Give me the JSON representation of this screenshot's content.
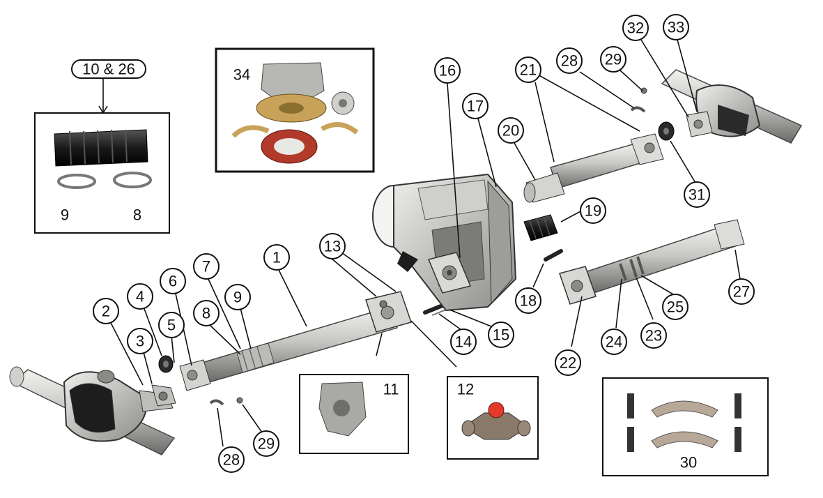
{
  "diagram": {
    "callouts": {
      "c1": "1",
      "c2": "2",
      "c3": "3",
      "c4": "4",
      "c5": "5",
      "c6": "6",
      "c7": "7",
      "c8": "8",
      "c9": "9",
      "c13": "13",
      "c14": "14",
      "c15": "15",
      "c16": "16",
      "c17": "17",
      "c18": "18",
      "c19": "19",
      "c20": "20",
      "c21": "21",
      "c22": "22",
      "c23": "23",
      "c24": "24",
      "c25": "25",
      "c27": "27",
      "c28a": "28",
      "c28b": "28",
      "c29a": "29",
      "c29b": "29",
      "c31": "31",
      "c32": "32",
      "c33": "33"
    },
    "boxes": {
      "boot_kit": {
        "callout": "10 & 26",
        "label_left": "9",
        "label_right": "8"
      },
      "yoke_kit": {
        "label": "34"
      },
      "yoke": {
        "label": "11"
      },
      "u_joint": {
        "label": "12"
      },
      "straps": {
        "label": "30"
      }
    },
    "colors": {
      "metal_light": "#d9d9d6",
      "metal_mid": "#a9a9a6",
      "metal_dark": "#5e5e5c",
      "boot_black": "#1c1c1c",
      "seal_red": "#b23a2a",
      "brass": "#c9a25a",
      "ujoint_cap_red": "#e53a2a"
    }
  }
}
